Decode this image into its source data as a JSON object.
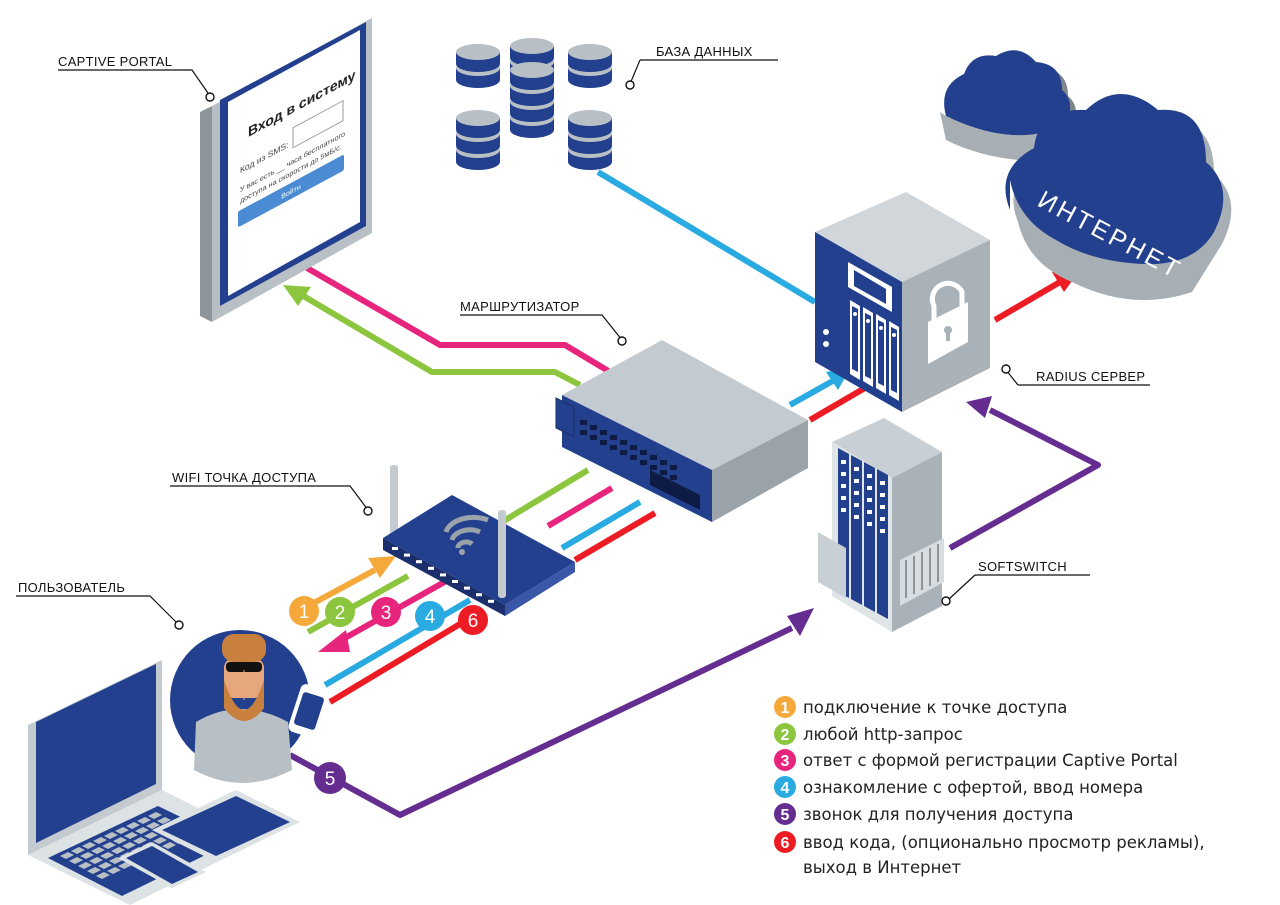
{
  "labels": {
    "captive_portal": "CAPTIVE PORTAL",
    "database": "БАЗА ДАННЫХ",
    "router": "МАРШРУТИЗАТОР",
    "radius": "RADIUS СЕРВЕР",
    "wifi": "WIFI ТОЧКА ДОСТУПА",
    "softswitch": "SOFTSWITCH",
    "user": "ПОЛЬЗОВАТЕЛЬ",
    "internet": "ИНТЕРНЕТ"
  },
  "portal_screen": {
    "title": "Вход в систему",
    "sms_label": "Код из SMS:",
    "info_line1": "У вас есть __ часа бесплатного",
    "info_line2": "доступа на скорости до 5мБ/с.",
    "button": "Войти"
  },
  "step_numbers": [
    "1",
    "2",
    "3",
    "4",
    "5",
    "6"
  ],
  "legend": [
    {
      "num": "1",
      "text": "подключение к точке доступа",
      "color": "#f5a93a"
    },
    {
      "num": "2",
      "text": "любой http-запрос",
      "color": "#8cc63f"
    },
    {
      "num": "3",
      "text": "ответ с формой регистрации Captive Portal",
      "color": "#e8257d"
    },
    {
      "num": "4",
      "text": "ознакомление с офертой, ввод номера",
      "color": "#29abe2"
    },
    {
      "num": "5",
      "text": "звонок для получения доступа",
      "color": "#662d91"
    },
    {
      "num": "6",
      "text": "ввод кода, (опционально просмотр рекламы),",
      "color": "#ed1c24"
    }
  ],
  "legend_cont": "выход в Интернет",
  "colors": {
    "orange": "#f5a93a",
    "green": "#8cc63f",
    "pink": "#e8257d",
    "blue": "#29abe2",
    "purple": "#662d91",
    "red": "#ed1c24",
    "navy": "#23408e",
    "grey": "#b8c0c6"
  }
}
